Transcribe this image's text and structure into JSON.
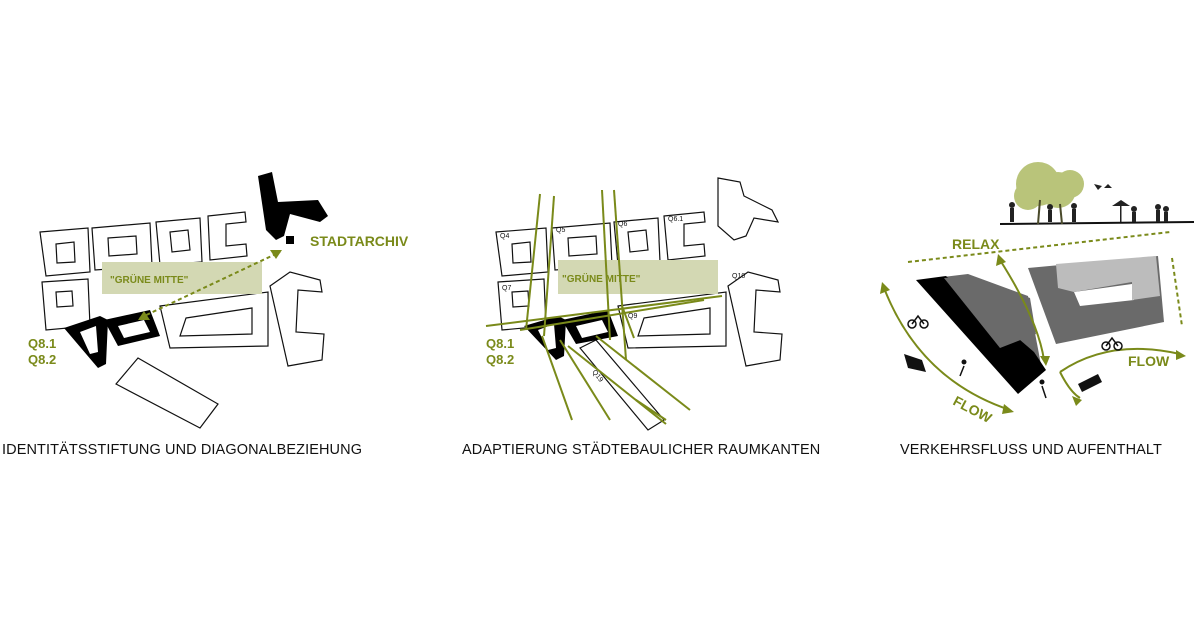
{
  "colors": {
    "olive": "#7a8a1a",
    "green_fill": "#d3d8b3",
    "black": "#000000",
    "dark_grey": "#6a6a6a",
    "light_grey": "#bcbcbc"
  },
  "panels": [
    {
      "caption": "IDENTITÄTSSTIFTUNG UND DIAGONALBEZIEHUNG",
      "green_label": "\"GRÜNE MITTE\"",
      "archive_label": "STADTARCHIV",
      "q81": "Q8.1",
      "q82": "Q8.2"
    },
    {
      "caption": "ADAPTIERUNG STÄDTEBAULICHER RAUMKANTEN",
      "green_label": "\"GRÜNE MITTE\"",
      "q81": "Q8.1",
      "q82": "Q8.2",
      "tags": {
        "q4": "Q4",
        "q5": "Q5",
        "q6": "Q6",
        "q61": "Q6.1",
        "q7": "Q7",
        "q9": "Q9",
        "q10": "Q10",
        "q19": "Q19"
      }
    },
    {
      "caption": "VERKEHRSFLUSS UND AUFENTHALT",
      "relax_label": "RELAX",
      "flow_left": "FLOW",
      "flow_right": "FLOW"
    }
  ]
}
